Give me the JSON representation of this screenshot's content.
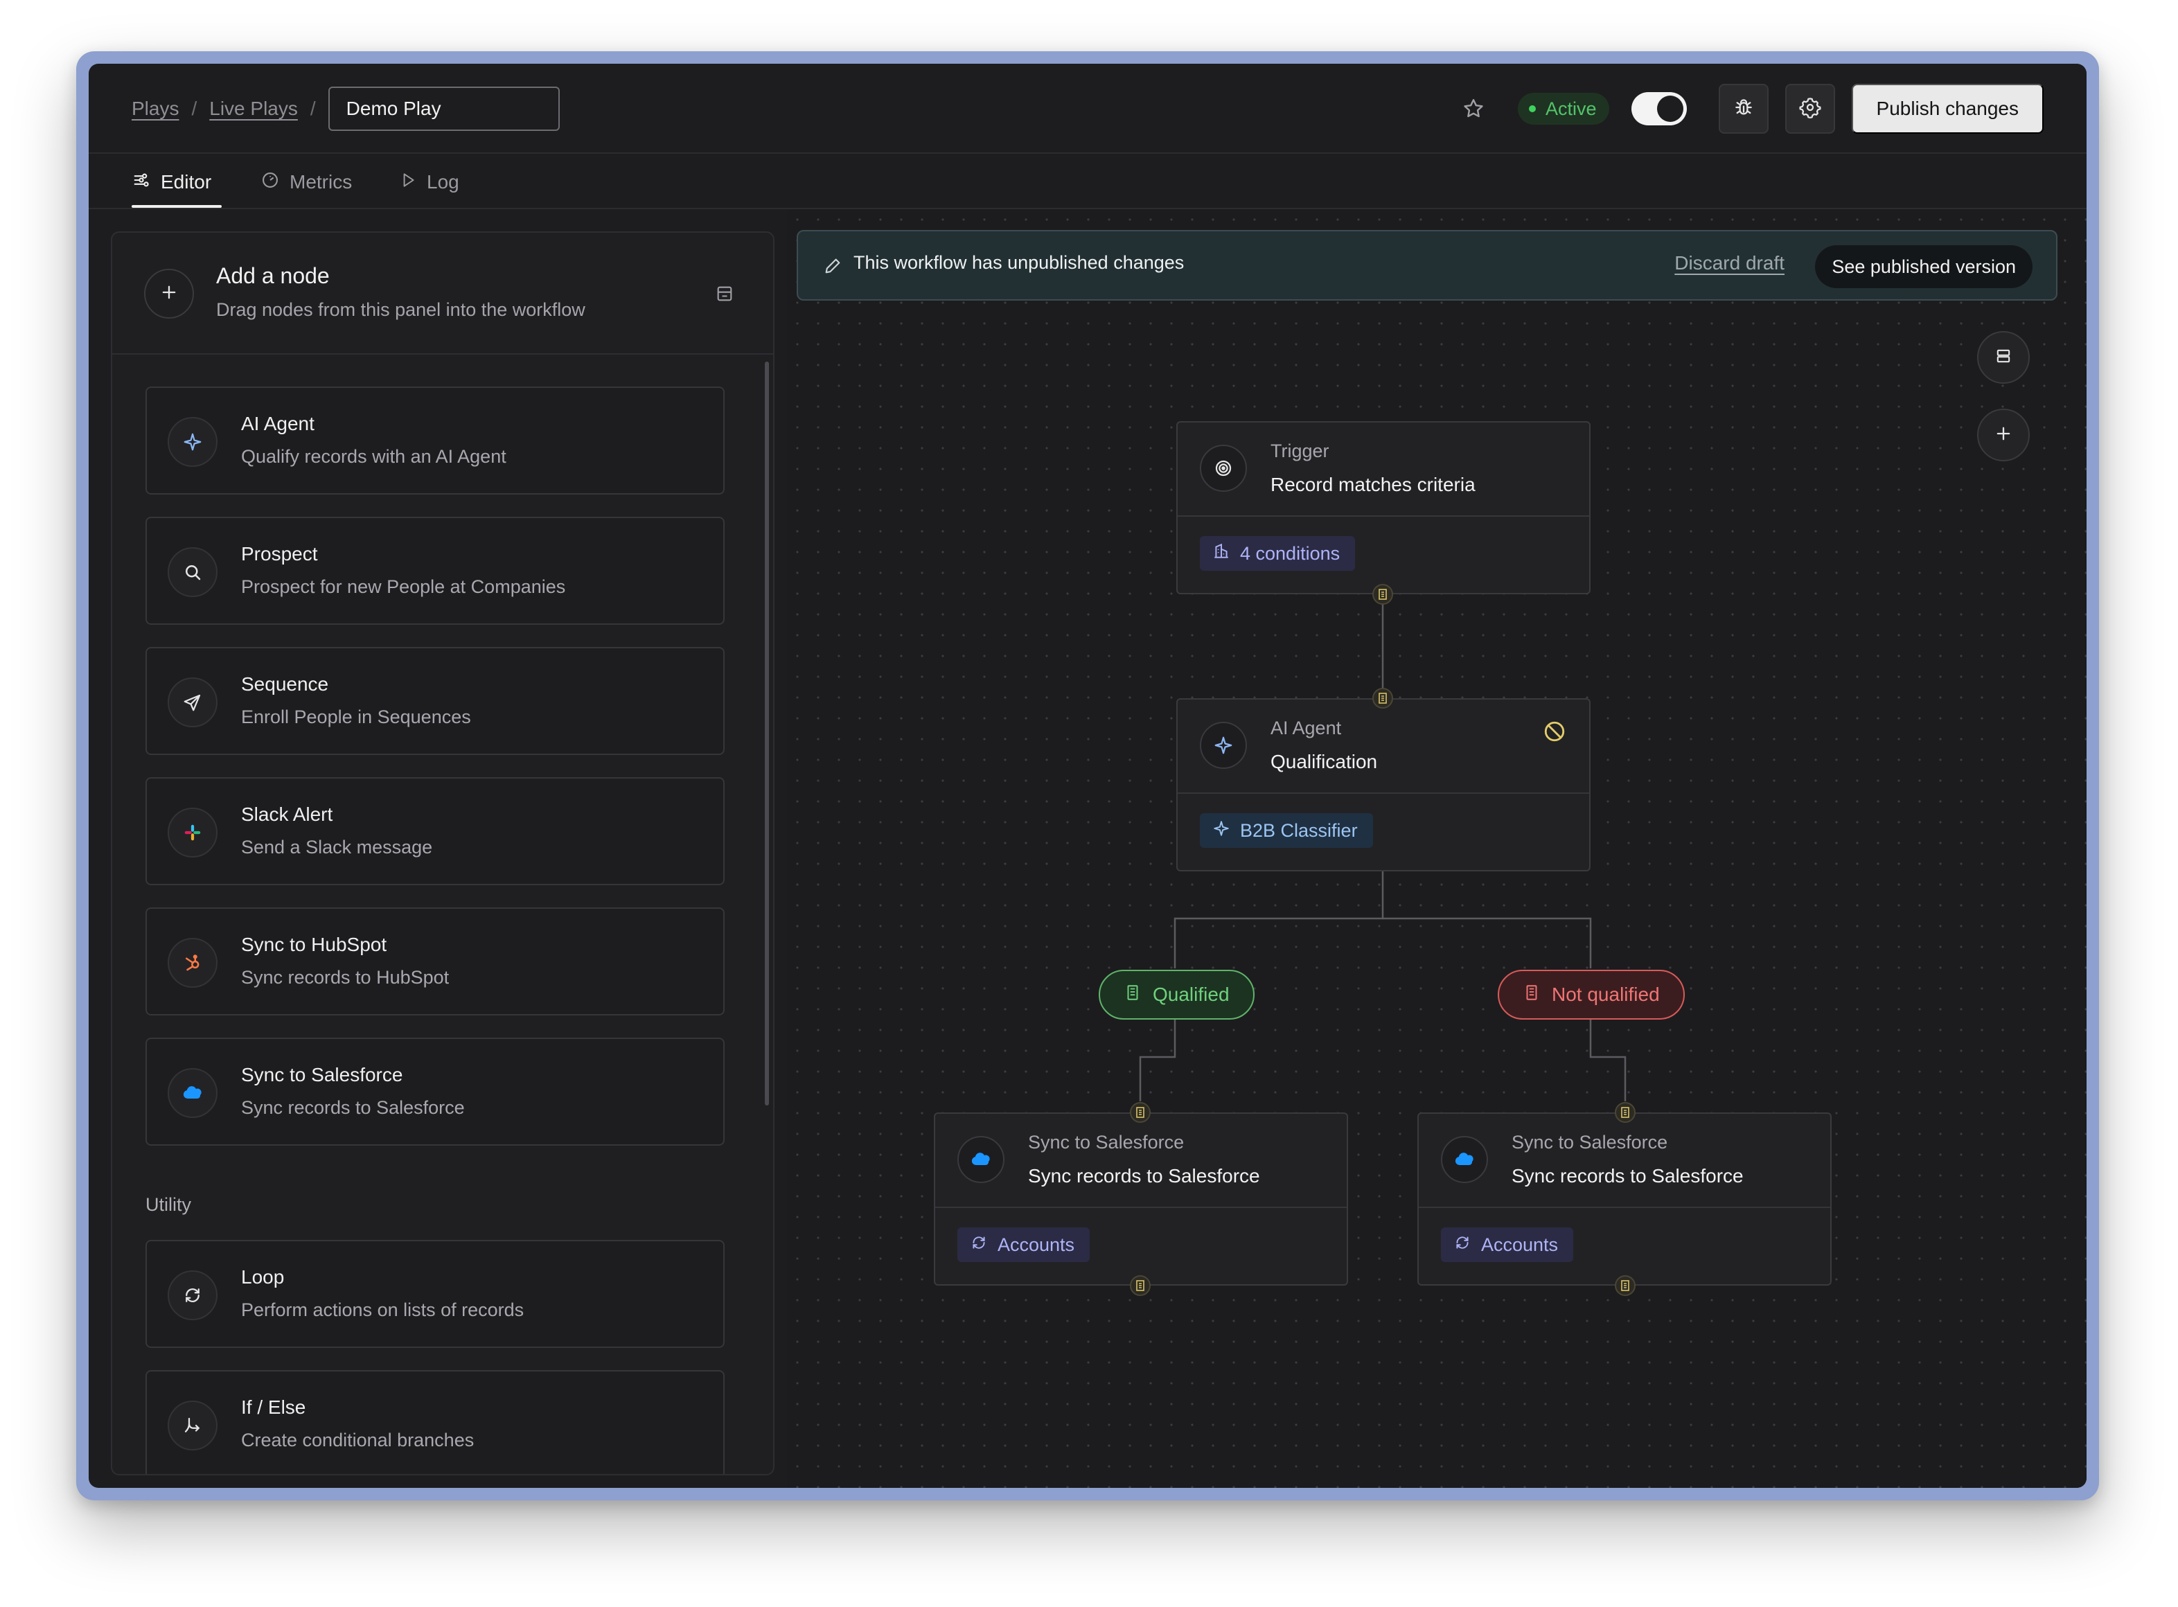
{
  "header": {
    "breadcrumbs": [
      "Plays",
      "Live Plays"
    ],
    "separator": "/",
    "play_name": "Demo Play",
    "status": "Active",
    "toggle_on": true,
    "publish_label": "Publish changes"
  },
  "tabs": [
    {
      "label": "Editor",
      "icon": "editor-icon",
      "active": true
    },
    {
      "label": "Metrics",
      "icon": "metrics-icon",
      "active": false
    },
    {
      "label": "Log",
      "icon": "play-icon",
      "active": false
    }
  ],
  "panel": {
    "title": "Add a node",
    "subtitle": "Drag nodes from this panel into the workflow",
    "nodes": [
      {
        "title": "AI Agent",
        "subtitle": "Qualify records with an AI Agent",
        "icon": "sparkle-icon"
      },
      {
        "title": "Prospect",
        "subtitle": "Prospect for new People at Companies",
        "icon": "search-icon"
      },
      {
        "title": "Sequence",
        "subtitle": "Enroll People in Sequences",
        "icon": "send-icon"
      },
      {
        "title": "Slack Alert",
        "subtitle": "Send a Slack message",
        "icon": "slack-icon"
      },
      {
        "title": "Sync to HubSpot",
        "subtitle": "Sync records to HubSpot",
        "icon": "hubspot-icon"
      },
      {
        "title": "Sync to Salesforce",
        "subtitle": "Sync records to Salesforce",
        "icon": "salesforce-icon"
      }
    ],
    "utility_label": "Utility",
    "utility_nodes": [
      {
        "title": "Loop",
        "subtitle": "Perform actions on lists of records",
        "icon": "loop-icon"
      },
      {
        "title": "If / Else",
        "subtitle": "Create conditional branches",
        "icon": "branch-icon"
      }
    ]
  },
  "banner": {
    "text": "This workflow has unpublished changes",
    "discard": "Discard draft",
    "see_published": "See published version"
  },
  "workflow": {
    "trigger": {
      "kind": "Trigger",
      "name": "Record matches criteria",
      "chip": "4 conditions"
    },
    "agent": {
      "kind": "AI Agent",
      "name": "Qualification",
      "chip": "B2B Classifier"
    },
    "branches": {
      "qualified": "Qualified",
      "not_qualified": "Not qualified"
    },
    "sync_left": {
      "kind": "Sync to Salesforce",
      "name": "Sync records to Salesforce",
      "chip": "Accounts"
    },
    "sync_right": {
      "kind": "Sync to Salesforce",
      "name": "Sync records to Salesforce",
      "chip": "Accounts"
    }
  },
  "colors": {
    "accent_green": "#53c46a",
    "danger_red": "#f07575",
    "salesforce_blue": "#1b96ff",
    "hubspot_orange": "#ff7a45"
  }
}
